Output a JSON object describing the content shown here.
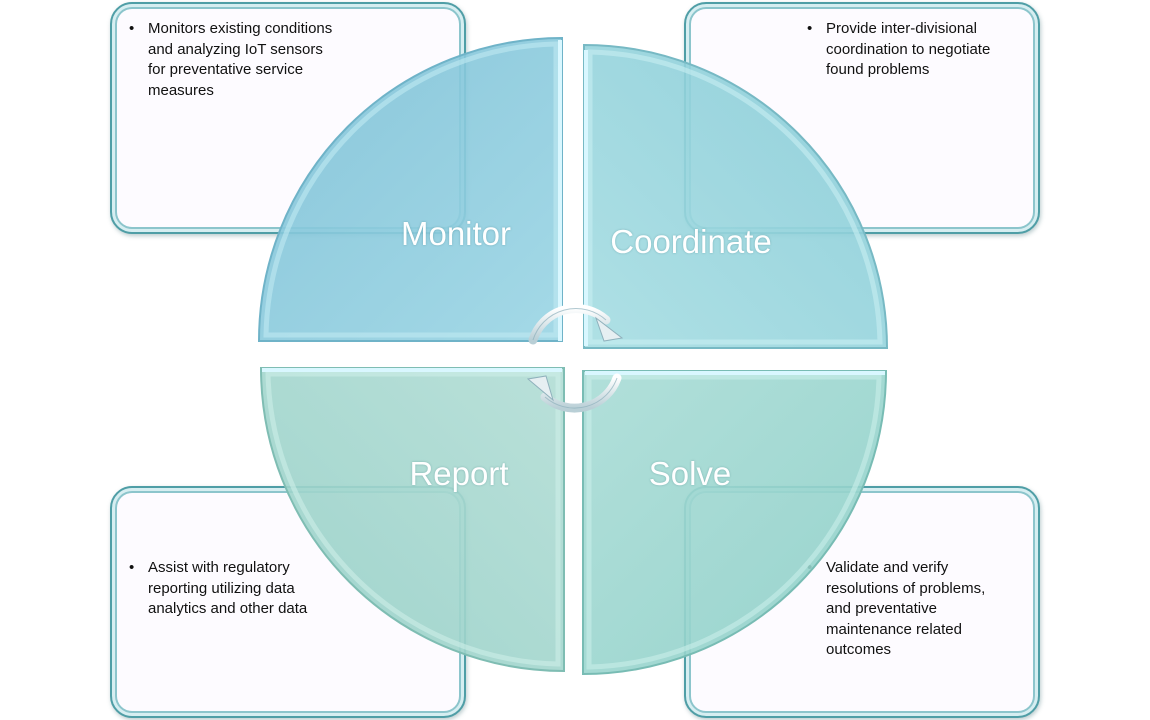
{
  "quadrants": {
    "monitor": {
      "label": "Monitor",
      "bullets": [
        "Monitors existing conditions and analyzing IoT sensors for preventative service measures"
      ]
    },
    "coordinate": {
      "label": "Coordinate",
      "bullets": [
        "Provide inter-divisional coordination to negotiate found problems"
      ]
    },
    "report": {
      "label": "Report",
      "bullets": [
        "Assist with regulatory reporting utilizing data analytics and other data"
      ]
    },
    "solve": {
      "label": "Solve",
      "bullets": [
        "Validate and verify resolutions of problems, and preventative maintenance related outcomes"
      ]
    }
  },
  "colors": {
    "monitor": "#8fcbdc",
    "coordinate": "#9fd8dd",
    "report": "#a8d8cf",
    "solve": "#9ed6cf",
    "card_border": "#4f9ea6",
    "label_text": "#ffffff"
  },
  "icons": [
    "circular-arrow-top-icon",
    "circular-arrow-bottom-icon"
  ]
}
